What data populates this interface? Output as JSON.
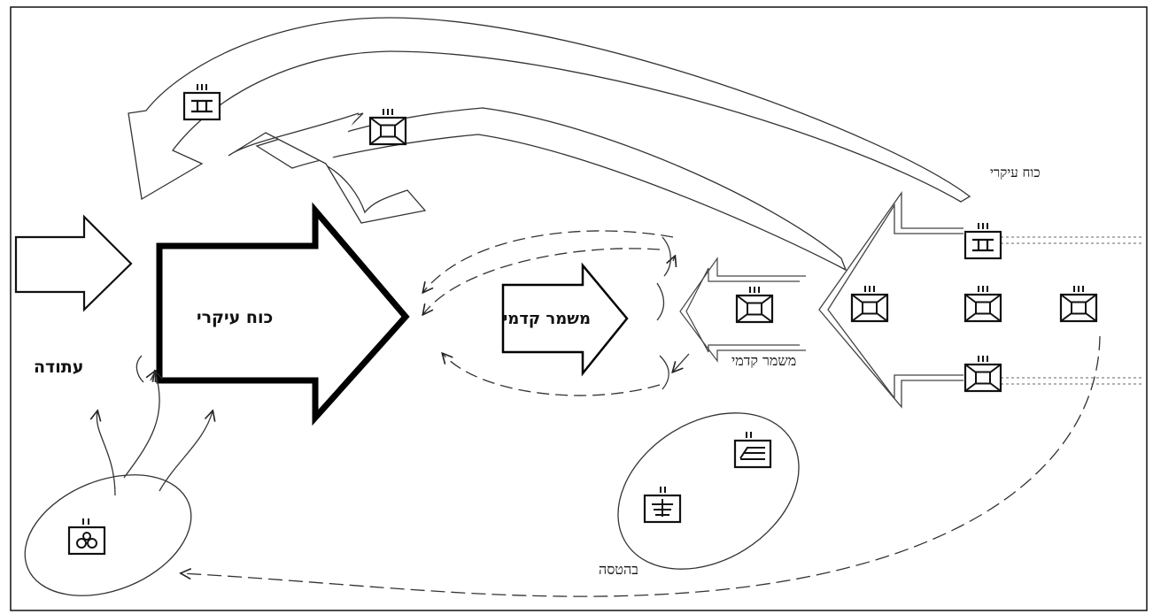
{
  "labels": {
    "main_force_center": "כוח עיקרי",
    "main_force_top_right": "כוח עיקרי",
    "advance_guard_arrow": "משמר קדמי",
    "advance_guard_right": "משמר קדמי",
    "reserve": "עתודה",
    "airlift": "בהטסה"
  }
}
